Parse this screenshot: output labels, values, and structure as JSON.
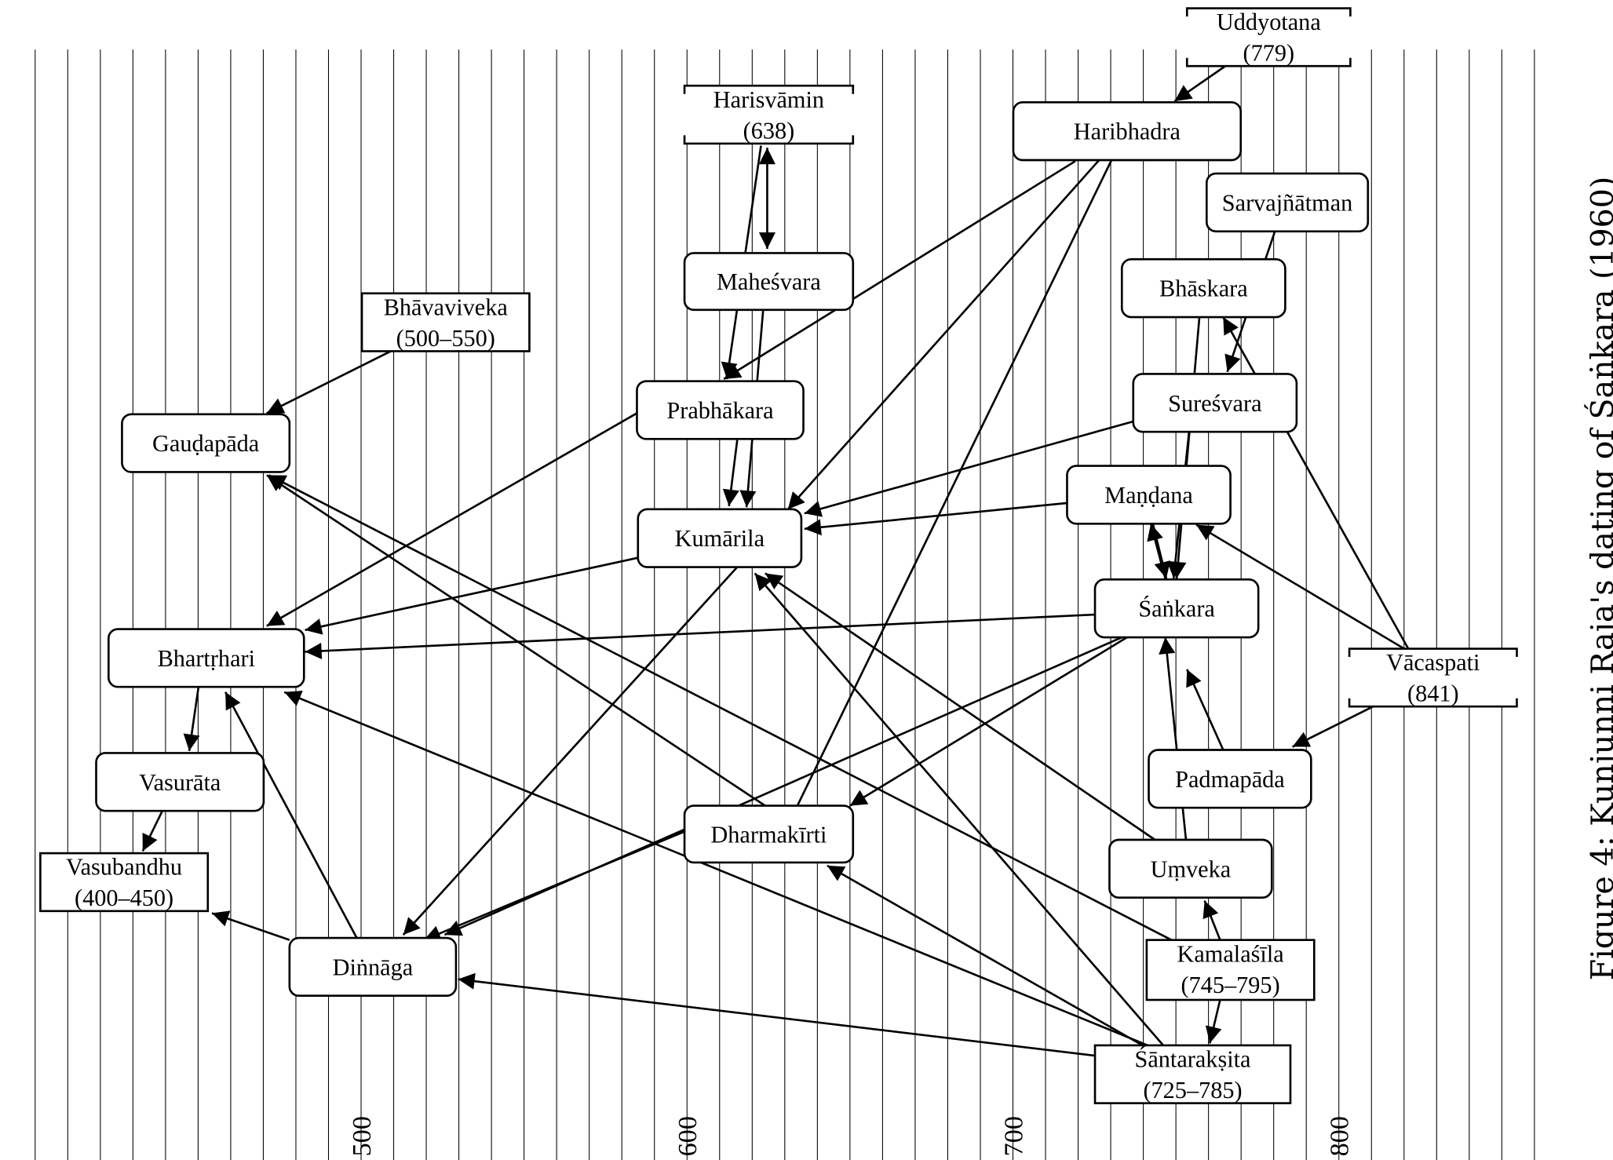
{
  "axis": {
    "start_year": 400,
    "end_year": 860,
    "grid_step": 10,
    "tick_labels": [
      "500",
      "600",
      "700",
      "800"
    ]
  },
  "caption": "Figure 4: Kunjunni Raja's dating of Śaṅkara (1960)",
  "nodes": [
    {
      "id": "uddyotana",
      "lines": [
        "Uddyotana",
        "(779)"
      ],
      "shape": "bracket"
    },
    {
      "id": "harisvamin",
      "lines": [
        "Harisvāmin",
        "(638)"
      ],
      "shape": "bracket"
    },
    {
      "id": "haribhadra",
      "lines": [
        "Haribhadra"
      ],
      "shape": "rounded"
    },
    {
      "id": "sarvajnatman",
      "lines": [
        "Sarvajñātman"
      ],
      "shape": "rounded"
    },
    {
      "id": "mahesvara",
      "lines": [
        "Maheśvara"
      ],
      "shape": "rounded"
    },
    {
      "id": "bhavaviveka",
      "lines": [
        "Bhāvaviveka",
        "(500–550)"
      ],
      "shape": "rect"
    },
    {
      "id": "bhaskara",
      "lines": [
        "Bhāskara"
      ],
      "shape": "rounded"
    },
    {
      "id": "prabhakara",
      "lines": [
        "Prabhākara"
      ],
      "shape": "rounded"
    },
    {
      "id": "suresvara",
      "lines": [
        "Sureśvara"
      ],
      "shape": "rounded"
    },
    {
      "id": "gaudapada",
      "lines": [
        "Gauḍapāda"
      ],
      "shape": "rounded"
    },
    {
      "id": "mandana",
      "lines": [
        "Maṇḍana"
      ],
      "shape": "rounded"
    },
    {
      "id": "kumarila",
      "lines": [
        "Kumārila"
      ],
      "shape": "rounded"
    },
    {
      "id": "sankara",
      "lines": [
        "Śaṅkara"
      ],
      "shape": "rounded"
    },
    {
      "id": "bhartrhari",
      "lines": [
        "Bhartṛhari"
      ],
      "shape": "rounded"
    },
    {
      "id": "vacaspati",
      "lines": [
        "Vācaspati",
        "(841)"
      ],
      "shape": "bracket"
    },
    {
      "id": "vasurata",
      "lines": [
        "Vasurāta"
      ],
      "shape": "rounded"
    },
    {
      "id": "padmapada",
      "lines": [
        "Padmapāda"
      ],
      "shape": "rounded"
    },
    {
      "id": "dharmakirti",
      "lines": [
        "Dharmakīrti"
      ],
      "shape": "rounded"
    },
    {
      "id": "umveka",
      "lines": [
        "Uṃveka"
      ],
      "shape": "rounded"
    },
    {
      "id": "vasubandhu",
      "lines": [
        "Vasubandhu",
        "(400–450)"
      ],
      "shape": "rect"
    },
    {
      "id": "kamalasila",
      "lines": [
        "Kamalaśīla",
        "(745–795)"
      ],
      "shape": "rect"
    },
    {
      "id": "dinnaga",
      "lines": [
        "Diṅnāga"
      ],
      "shape": "rounded"
    },
    {
      "id": "santaraksita",
      "lines": [
        "Śāntarakṣita",
        "(725–785)"
      ],
      "shape": "rect"
    }
  ],
  "edges": [
    {
      "from": "uddyotana",
      "to": "haribhadra"
    },
    {
      "from": "harisvamin",
      "to": "mahesvara",
      "both": true
    },
    {
      "from": "harisvamin",
      "to": "prabhakara"
    },
    {
      "from": "mahesvara",
      "to": "kumarila"
    },
    {
      "from": "prabhakara",
      "to": "kumarila"
    },
    {
      "from": "haribhadra",
      "to": "prabhakara"
    },
    {
      "from": "haribhadra",
      "to": "kumarila"
    },
    {
      "from": "haribhadra",
      "to": "dharmakirti"
    },
    {
      "from": "prabhakara",
      "to": "bhartrhari"
    },
    {
      "from": "bhavaviveka",
      "to": "gaudapada"
    },
    {
      "from": "sarvajnatman",
      "to": "suresvara"
    },
    {
      "from": "vacaspati",
      "to": "bhaskara"
    },
    {
      "from": "bhaskara",
      "to": "sankara"
    },
    {
      "from": "suresvara",
      "to": "kumarila"
    },
    {
      "from": "suresvara",
      "to": "sankara"
    },
    {
      "from": "mandana",
      "to": "kumarila"
    },
    {
      "from": "mandana",
      "to": "sankara"
    },
    {
      "from": "sankara",
      "to": "mandana"
    },
    {
      "from": "vacaspati",
      "to": "mandana"
    },
    {
      "from": "vacaspati",
      "to": "padmapada"
    },
    {
      "from": "sankara",
      "to": "bhartrhari"
    },
    {
      "from": "kumarila",
      "to": "bhartrhari"
    },
    {
      "from": "kumarila",
      "to": "dinnaga"
    },
    {
      "from": "sankara",
      "to": "dharmakirti"
    },
    {
      "from": "sankara",
      "to": "dinnaga"
    },
    {
      "from": "padmapada",
      "to": "sankara"
    },
    {
      "from": "umveka",
      "to": "kumarila"
    },
    {
      "from": "umveka",
      "to": "sankara"
    },
    {
      "from": "dharmakirti",
      "to": "gaudapada"
    },
    {
      "from": "dharmakirti",
      "to": "dinnaga"
    },
    {
      "from": "kamalasila",
      "to": "umveka"
    },
    {
      "from": "kamalasila",
      "to": "gaudapada"
    },
    {
      "from": "kamalasila",
      "to": "santaraksita"
    },
    {
      "from": "santaraksita",
      "to": "kumarila"
    },
    {
      "from": "santaraksita",
      "to": "dharmakirti"
    },
    {
      "from": "santaraksita",
      "to": "bhartrhari"
    },
    {
      "from": "santaraksita",
      "to": "dinnaga"
    },
    {
      "from": "dinnaga",
      "to": "bhartrhari"
    },
    {
      "from": "dinnaga",
      "to": "vasubandhu"
    },
    {
      "from": "bhartrhari",
      "to": "vasurata"
    },
    {
      "from": "vasurata",
      "to": "vasubandhu"
    }
  ]
}
